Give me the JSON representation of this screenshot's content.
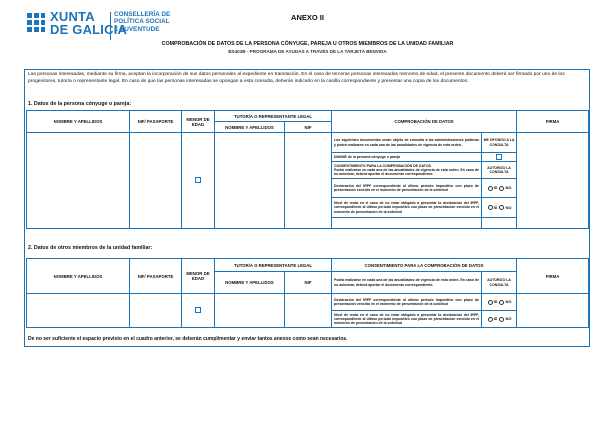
{
  "logo": {
    "line1": "XUNTA",
    "line2": "DE GALICIA",
    "cons1": "CONSELLERÍA DE",
    "cons2": "POLÍTICA SOCIAL",
    "cons3": "E XUVENTUDE",
    "accent": "#1d74b9"
  },
  "anexo": "ANEXO II",
  "title": "COMPROBACIÓN DE DATOS DE LA PERSONA CÓNYUGE, PAREJA U OTROS MIEMBROS DE LA UNIDAD FAMILIAR",
  "subtitle": "BS403B - PROGRAMA DE AYUDAS A TRAVÉS DE LA TARJETA BENVIDA",
  "intro": "Las personas interesadas, mediante su firma, aceptan la incorporación de sus datos personales al expediente en tramitación. En el caso de terceras personas interesadas menores de edad, el presente documento deberá ser firmado por uno de los progenitores, tutor/a o representante legal. En caso de que las personas interesadas se opongan a esta consulta, deberán indicarlo en la casilla correspondiente y presentar una copia de los documentos.",
  "section1": "1.  Datos de la persona cónyuge o pareja:",
  "section2": "2. Datos de otros miembros de la unidad familiar:",
  "headers": {
    "nombre": "NOMBRE Y APELLIDOS",
    "nif": "NIF/ PASAPORTE",
    "menor": "MENOR DE EDAD",
    "tutor": "TUTOR/A O REPRESENTANTE LEGAL",
    "tnombre": "NOMBRE Y APELLIDOS",
    "tnif": "NIF",
    "comprob": "COMPROBACIÓN DE DATOS",
    "consent": "CONSENTIMIENTO PARA LA COMPROBACIÓN DE DATOS",
    "firma": "FIRMA"
  },
  "t1": {
    "consulta_text": "Los siguientes documentos serán objeto de consulta a las administraciones públicas y podrá realizarse en cada una de las anualidades de vigencia de esta orden.",
    "me_opongo": "ME OPONGO A LA CONSULTA",
    "dni": "DNI/NIE de la persona cónyuge o pareja",
    "consent_title": "CONSENTIMIENTO PARA LA COMPROBACIÓN DE DATOS",
    "consent_text": "Podrá realizarse en cada una de las anualidades de vigencia de esta orden. En caso de no autorizar, deberá aportar el documento correspondiente.",
    "autorizo": "AUTORIZO LA CONSULTA",
    "irpf": "Declaración del IRPF correspondiente al último período impositivo con plazo de presentación vencido en el momento de presentación de la solicitud",
    "renta": "Nivel de renta en el caso de no estar obligado a presentar la declaración del IRPF, correspondiente al último período impositivo con plazo de presentación vencido en el momento de presentación de la solicitud"
  },
  "t2": {
    "consent_text": "Podrá realizarse en cada una de las anualidades de vigencia de esta orden. En caso de no autorizar, deberá aportar el documento correspondiente.",
    "autorizo": "AUTORIZO LA CONSULTA",
    "irpf": "Declaración del IRPF correspondiente al último período impositivo con plazo de presentación vencido en el momento de presentación de la solicitud",
    "renta": "Nivel de renta en el caso de no estar obligado a presentar la declaración del IRPF, correspondiente al último período impositivo con plazo de presentación vencido en el momento de presentación de la solicitud"
  },
  "radio": {
    "si": "SÍ",
    "no": "NO"
  },
  "footer": "De no ser suficiente el espacio previsto en el cuadro anterior, se deberán cumplimentar y enviar tantos anexos como sean necesarios."
}
